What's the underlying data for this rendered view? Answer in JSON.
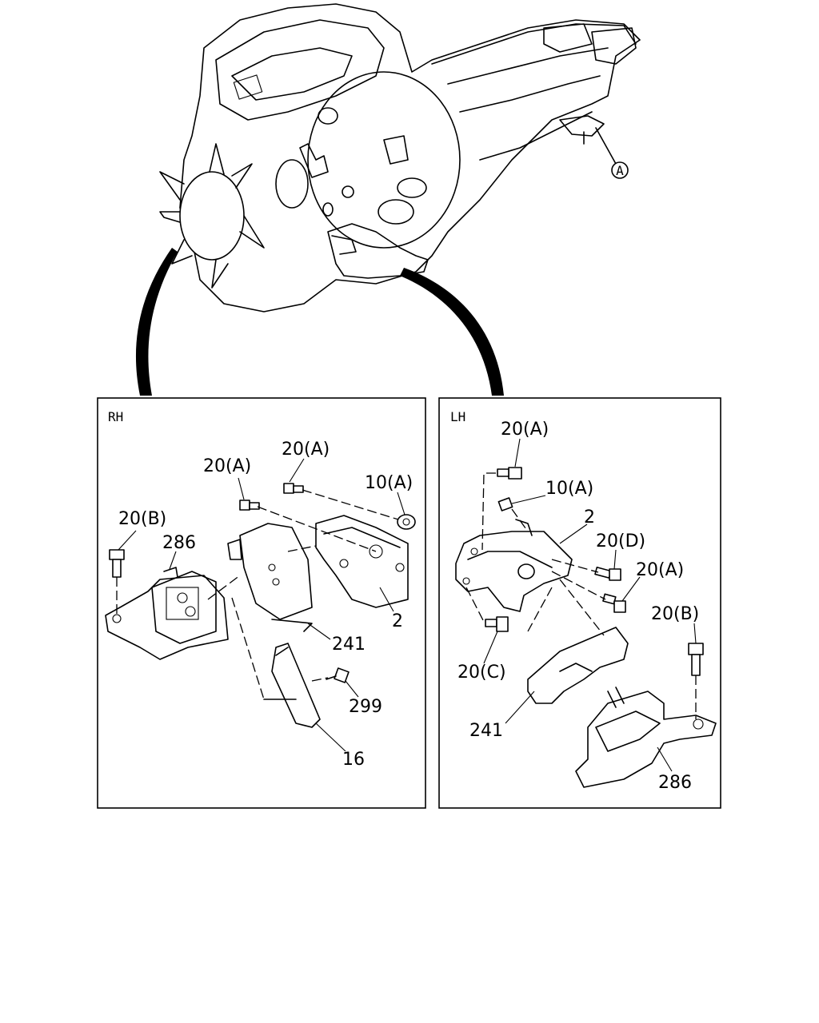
{
  "engine": {
    "ref_marker": "A"
  },
  "rh_panel": {
    "title": "RH",
    "labels": {
      "bolt_20a_1": "20(A)",
      "bolt_20a_2": "20(A)",
      "nut_10a": "10(A)",
      "bolt_20b": "20(B)",
      "mount_286": "286",
      "bracket_2": "2",
      "shield_241": "241",
      "bolt_299": "299",
      "part_16": "16"
    }
  },
  "lh_panel": {
    "title": "LH",
    "labels": {
      "bolt_20a_top": "20(A)",
      "nut_10a": "10(A)",
      "bracket_2": "2",
      "bolt_20d": "20(D)",
      "bolt_20a_right": "20(A)",
      "bolt_20b": "20(B)",
      "bolt_20c": "20(C)",
      "shield_241": "241",
      "mount_286": "286"
    }
  }
}
